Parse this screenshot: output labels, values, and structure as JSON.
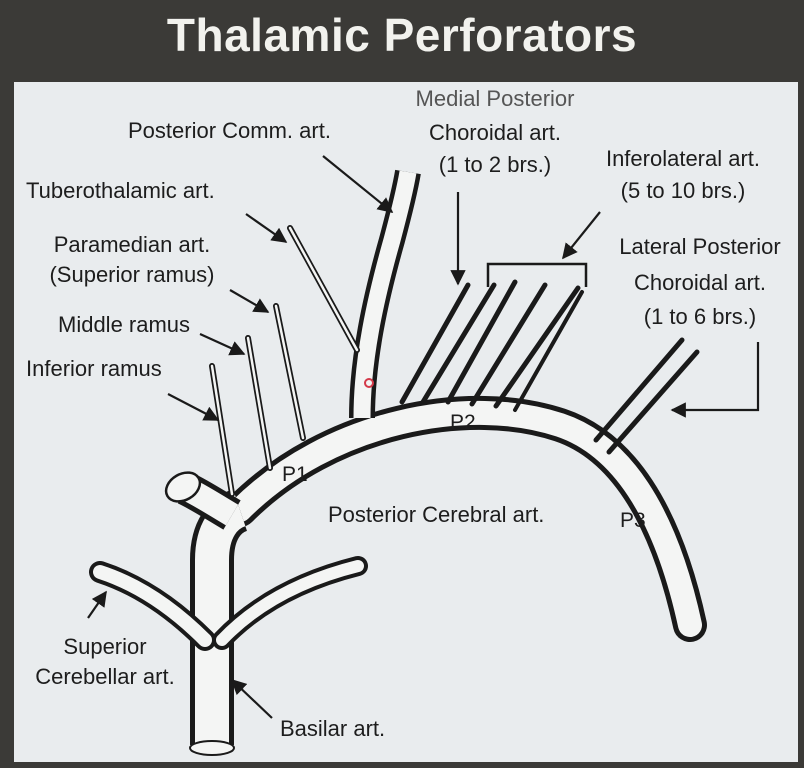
{
  "title": "Thalamic Perforators",
  "labels": {
    "posterior_comm": "Posterior Comm. art.",
    "medial_posterior_l1": "Medial Posterior",
    "medial_posterior_l2": "Choroidal art.",
    "medial_posterior_l3": "(1 to 2 brs.)",
    "inferolateral_l1": "Inferolateral art.",
    "inferolateral_l2": "(5 to 10 brs.)",
    "tuberothalamic": "Tuberothalamic art.",
    "paramedian_l1": "Paramedian art.",
    "paramedian_l2": "(Superior ramus)",
    "middle_ramus": "Middle ramus",
    "inferior_ramus": "Inferior ramus",
    "lateral_posterior_l1": "Lateral Posterior",
    "lateral_posterior_l2": "Choroidal art.",
    "lateral_posterior_l3": "(1 to 6 brs.)",
    "p1": "P1",
    "p2": "P2",
    "p3": "P3",
    "posterior_cerebral": "Posterior Cerebral art.",
    "superior_cerebellar_l1": "Superior",
    "superior_cerebellar_l2": "Cerebellar art.",
    "basilar": "Basilar art."
  },
  "colors": {
    "slide_background": "#3b3a37",
    "panel_background": "#e9ecee",
    "title_text": "#f2f2ee",
    "label_text": "#1d1d1d",
    "vessel_outline": "#1a1a1a",
    "vessel_fill": "#f4f5f4"
  }
}
